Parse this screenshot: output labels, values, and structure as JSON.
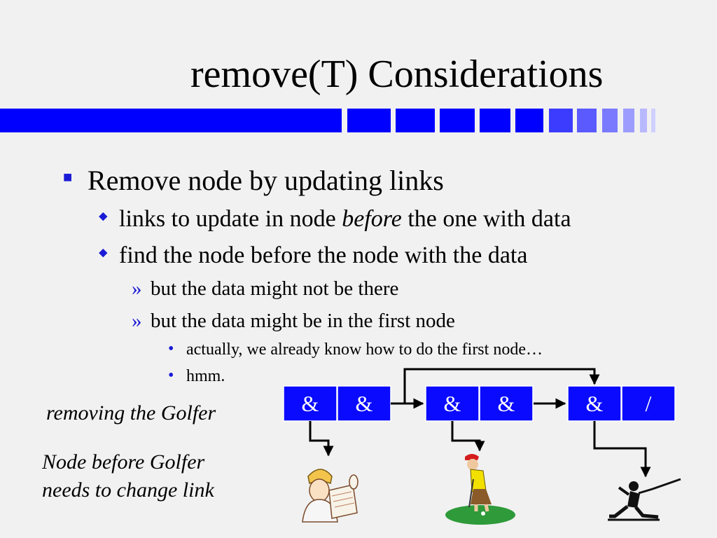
{
  "slide": {
    "title": "remove(T) Considerations",
    "bullets": {
      "b1": "Remove node by updating links",
      "b1_1_pre": "links to update in node ",
      "b1_1_em": "before",
      "b1_1_post": " the one with data",
      "b1_2": "find the node before the node with the data",
      "b1_2_1": "but the data might not be there",
      "b1_2_2": "but the data might be in the first node",
      "b1_2_2_1": "actually, we already know how to do the first node…",
      "b1_2_2_2": "hmm."
    },
    "markers": {
      "square": "■",
      "diamond": "⬥",
      "chevron": "»",
      "dot": "•"
    },
    "notes": {
      "removing": "removing the Golfer",
      "node_before_1": "Node before Golfer",
      "node_before_2": "needs to change link"
    },
    "nodes": [
      {
        "data": "&",
        "next": "&"
      },
      {
        "data": "&",
        "next": "&"
      },
      {
        "data": "&",
        "next": "/"
      }
    ],
    "images": [
      "architect",
      "golfer",
      "fencer"
    ],
    "colors": {
      "accent": "#0000ff",
      "node_fill": "#0a0aff",
      "text": "#000000",
      "background": "#f1f1f1"
    }
  }
}
